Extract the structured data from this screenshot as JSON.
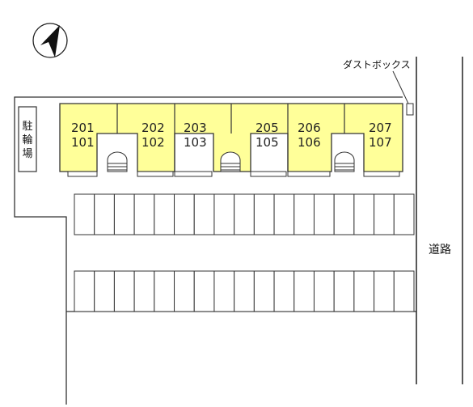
{
  "map": {
    "bicycle_parking_label": [
      "駐",
      "輪",
      "場"
    ],
    "road_label": "道路",
    "dust_box_label": "ダストボックス",
    "north_icon": "north-arrow-icon",
    "stair_icon": "staircase-icon",
    "units": [
      {
        "upper": "201",
        "lower": "101"
      },
      {
        "upper": "202",
        "lower": "102"
      },
      {
        "upper": "203",
        "lower": "103"
      },
      {
        "upper": "205",
        "lower": "105"
      },
      {
        "upper": "206",
        "lower": "106"
      },
      {
        "upper": "207",
        "lower": "107"
      }
    ],
    "parking_rows": 2,
    "spaces_per_row": 17,
    "colors": {
      "unit_fill": "#ffff99",
      "outline": "#333333",
      "background": "#ffffff"
    }
  }
}
